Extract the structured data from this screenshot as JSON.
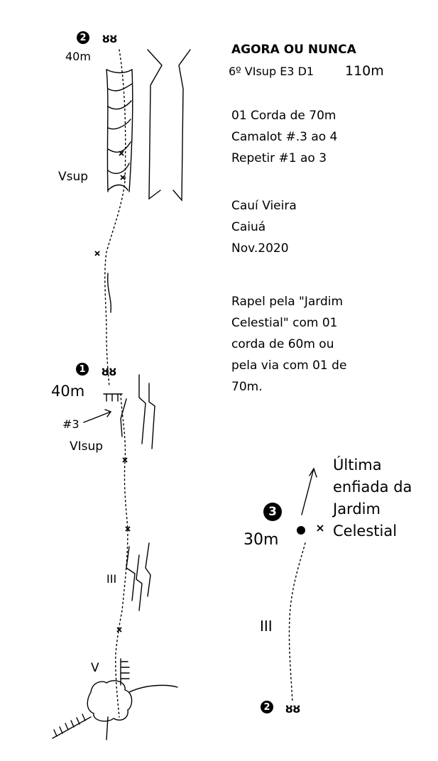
{
  "route": {
    "name": "AGORA OU NUNCA",
    "grade": "6º VIsup E3 D1",
    "length": "110m",
    "gear": [
      "01 Corda de 70m",
      "Camalot #.3 ao 4",
      "Repetir #1 ao 3"
    ],
    "authors": [
      "Cauí Vieira",
      "Caiuá",
      "Nov.2020"
    ],
    "rappel": [
      "Rapel pela \"Jardim",
      "Celestial\" com 01",
      "corda de 60m ou",
      "pela via com 01 de",
      "70m."
    ]
  },
  "main_line": {
    "belay_2": {
      "number": "2",
      "length": "40m",
      "bolts": "ȣȣ"
    },
    "belay_1": {
      "number": "1",
      "length": "40m",
      "bolts": "ȣȣ"
    },
    "grades": {
      "upper": "Vsup",
      "middle": "VIsup",
      "lower": "III",
      "start": "V"
    },
    "cam_note": "#3"
  },
  "side_line": {
    "belay_3": {
      "number": "3",
      "length": "30m"
    },
    "belay_2": {
      "number": "2",
      "bolts": "ȣȣ"
    },
    "grade": "III",
    "note": [
      "Última",
      "enfiada da",
      "Jardim",
      "Celestial"
    ]
  },
  "icons": [
    "belay-badge-icon",
    "bolt-icon",
    "crack-icon",
    "tree-icon",
    "arrow-icon"
  ]
}
